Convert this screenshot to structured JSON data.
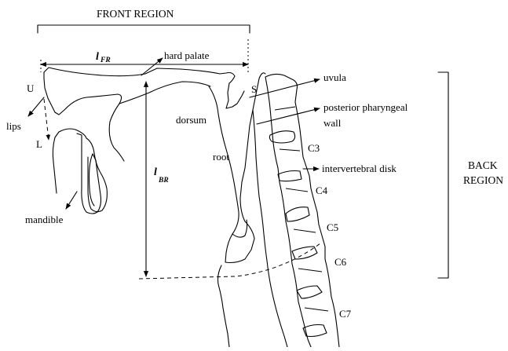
{
  "labels": {
    "front_region": "FRONT REGION",
    "back_region_line1": "BACK",
    "back_region_line2": "REGION",
    "l_fr_main": "l",
    "l_fr_sub": "FR",
    "l_br_main": "l",
    "l_br_sub": "BR",
    "hard_palate": "hard palate",
    "uvula": "uvula",
    "posterior_pharyngeal_line1": "posterior pharyngeal",
    "posterior_pharyngeal_line2": "wall",
    "intervertebral_disk": "intervertebral disk",
    "dorsum": "dorsum",
    "root": "root",
    "mandible": "mandible",
    "lips": "lips",
    "point_u": "U",
    "point_l": "L",
    "point_s": "S",
    "c3": "C3",
    "c4": "C4",
    "c5": "C5",
    "c6": "C6",
    "c7": "C7"
  }
}
